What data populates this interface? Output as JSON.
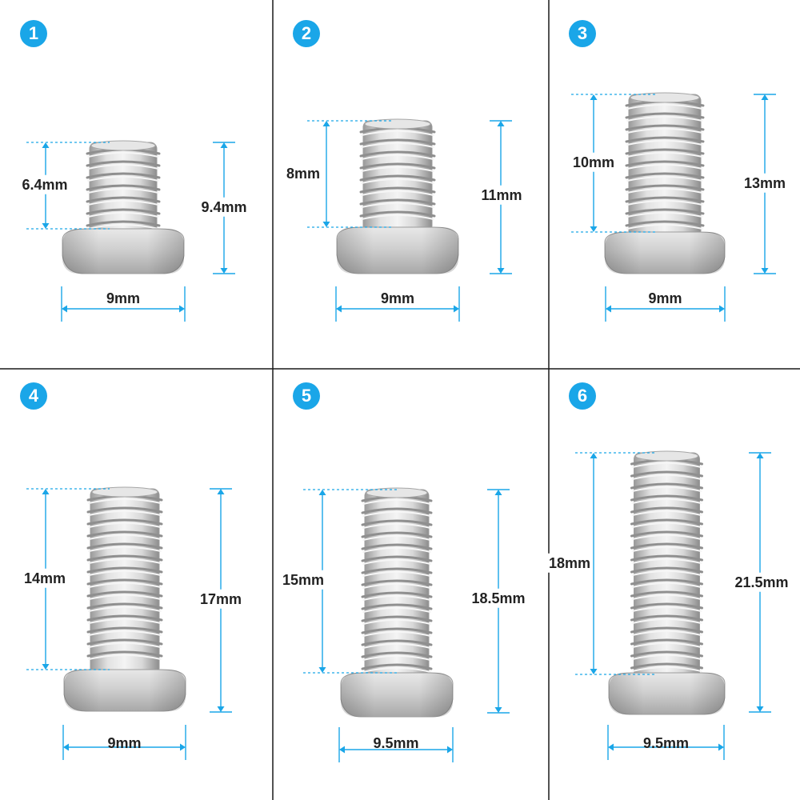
{
  "colors": {
    "accent": "#1aa6e8",
    "grid_line": "#1a1a1a",
    "label_text": "#222222",
    "metal": "#c9c9c9"
  },
  "panels": [
    {
      "index": "1",
      "thread_length": "6.4mm",
      "total_length": "9.4mm",
      "head_diameter": "9mm"
    },
    {
      "index": "2",
      "thread_length": "8mm",
      "total_length": "11mm",
      "head_diameter": "9mm"
    },
    {
      "index": "3",
      "thread_length": "10mm",
      "total_length": "13mm",
      "head_diameter": "9mm"
    },
    {
      "index": "4",
      "thread_length": "14mm",
      "total_length": "17mm",
      "head_diameter": "9mm"
    },
    {
      "index": "5",
      "thread_length": "15mm",
      "total_length": "18.5mm",
      "head_diameter": "9.5mm"
    },
    {
      "index": "6",
      "thread_length": "18mm",
      "total_length": "21.5mm",
      "head_diameter": "9.5mm"
    }
  ]
}
